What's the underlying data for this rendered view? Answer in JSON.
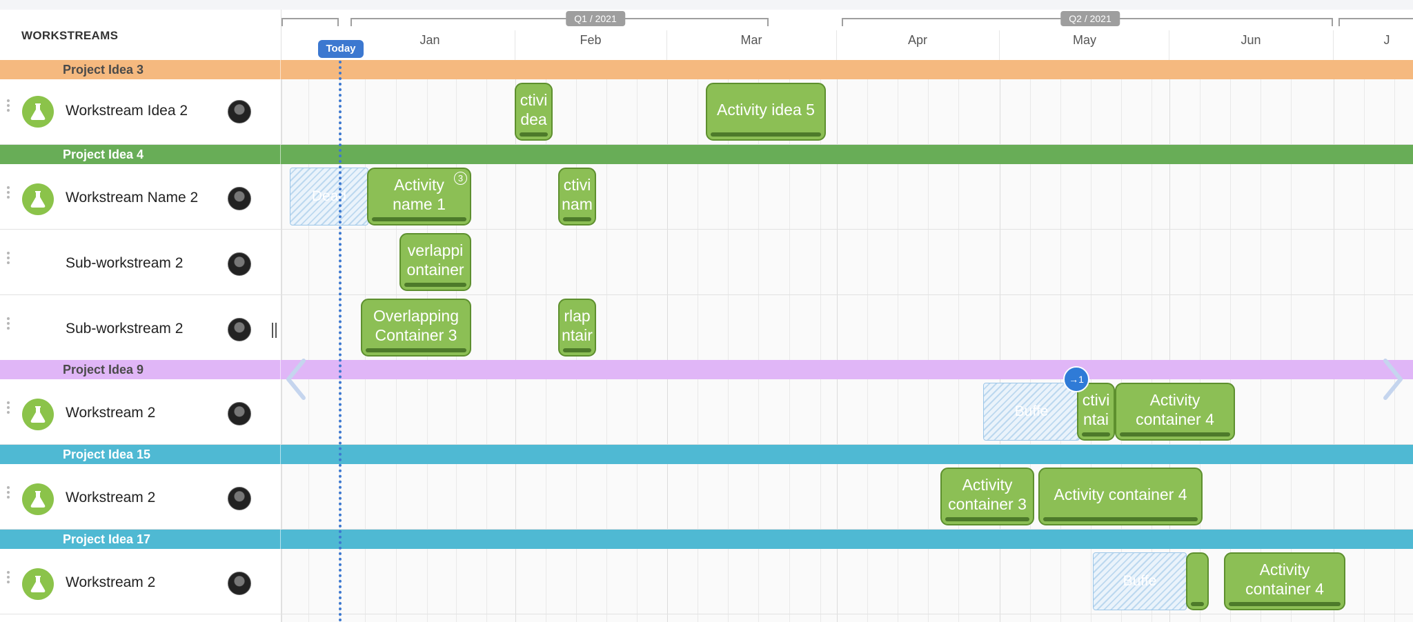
{
  "header": {
    "title": "WORKSTREAMS"
  },
  "timeline": {
    "quarters": [
      {
        "label": "Q1 / 2021",
        "id": "q1-2021"
      },
      {
        "label": "Q2 / 2021",
        "id": "q2-2021"
      }
    ],
    "months": [
      "Jan",
      "Feb",
      "Mar",
      "Apr",
      "May",
      "Jun",
      "J"
    ],
    "today_label": "Today"
  },
  "colors": {
    "activity_fill": "#8cbf55",
    "activity_border": "#5d8f2e",
    "today": "#3c78d0",
    "project_orange": "#f5b97f",
    "project_green": "#68ad57",
    "project_purple": "#e0b6f7",
    "project_teal": "#4fb9d3"
  },
  "projects": [
    {
      "name": "Project Idea 3",
      "color": "#f5b97f",
      "text_color": "#4a4a4a",
      "workstreams": [
        {
          "name": "Workstream Idea 2",
          "icon": "flask-icon",
          "has_icon": true,
          "activities": [
            {
              "label": "ctivi\ndea",
              "badge": ""
            },
            {
              "label": "Activity idea 5",
              "badge": ""
            }
          ],
          "ghosts": []
        }
      ]
    },
    {
      "name": "Project Idea 4",
      "color": "#68ad57",
      "text_color": "#ffffff",
      "workstreams": [
        {
          "name": "Workstream Name 2",
          "icon": "flask-icon",
          "has_icon": true,
          "activities": [
            {
              "label": "Activity\nname 1",
              "badge": "3"
            },
            {
              "label": "ctivi\nnam",
              "badge": ""
            }
          ],
          "ghosts": [
            {
              "label": "Dead"
            }
          ]
        },
        {
          "name": "Sub-workstream 2",
          "icon": "",
          "has_icon": false,
          "activities": [
            {
              "label": "verlappi\nontainer",
              "badge": ""
            }
          ],
          "ghosts": []
        },
        {
          "name": "Sub-workstream 2",
          "icon": "",
          "has_icon": false,
          "activities": [
            {
              "label": "Overlapping\nContainer 3",
              "badge": ""
            },
            {
              "label": "rlap\nntair",
              "badge": ""
            }
          ],
          "ghosts": []
        }
      ]
    },
    {
      "name": "Project Idea 9",
      "color": "#e0b6f7",
      "text_color": "#4a4a4a",
      "workstreams": [
        {
          "name": "Workstream 2",
          "icon": "flask-icon",
          "has_icon": true,
          "activities": [
            {
              "label": "ctivi\nntai",
              "badge": ""
            },
            {
              "label": "Activity\ncontainer 4",
              "badge": ""
            }
          ],
          "ghosts": [
            {
              "label": "Buffe"
            }
          ]
        }
      ]
    },
    {
      "name": "Project Idea 15",
      "color": "#4fb9d3",
      "text_color": "#ffffff",
      "workstreams": [
        {
          "name": "Workstream 2",
          "icon": "flask-icon",
          "has_icon": true,
          "activities": [
            {
              "label": "Activity\ncontainer 3",
              "badge": ""
            },
            {
              "label": "Activity container 4",
              "badge": ""
            }
          ],
          "ghosts": []
        }
      ]
    },
    {
      "name": "Project Idea 17",
      "color": "#4fb9d3",
      "text_color": "#ffffff",
      "workstreams": [
        {
          "name": "Workstream 2",
          "icon": "flask-icon",
          "has_icon": true,
          "activities": [
            {
              "label": "",
              "badge": ""
            },
            {
              "label": "Activity\ncontainer 4",
              "badge": ""
            }
          ],
          "ghosts": [
            {
              "label": "Buffe"
            }
          ]
        }
      ]
    }
  ],
  "dependency_badge": {
    "label": "1",
    "icon": "arrow-right-icon"
  },
  "nav": {
    "prev_icon": "chevron-left-icon",
    "next_icon": "chevron-right-icon"
  }
}
